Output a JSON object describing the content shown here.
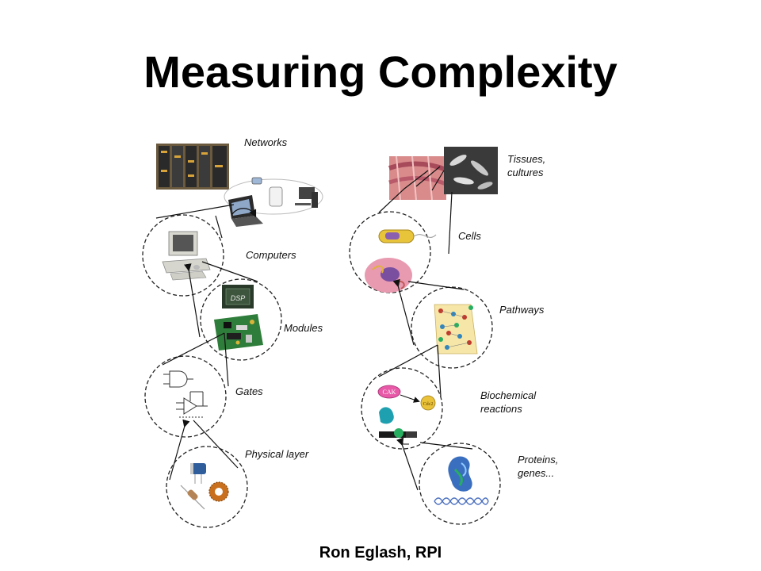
{
  "slide": {
    "title": "Measuring Complexity",
    "credit": "Ron Eglash, RPI"
  },
  "diagram": {
    "left_hierarchy": {
      "networks": "Networks",
      "computers": "Computers",
      "modules": "Modules",
      "gates": "Gates",
      "physical_layer": "Physical layer"
    },
    "right_hierarchy": {
      "tissues_line1": "Tissues,",
      "tissues_line2": "cultures",
      "cells": "Cells",
      "pathways": "Pathways",
      "biochem_line1": "Biochemical",
      "biochem_line2": "reactions",
      "proteins_line1": "Proteins,",
      "proteins_line2": "genes..."
    },
    "chip_labels": {
      "dsp": "DSP",
      "cak": "CAK",
      "cdc2": "Cdc2"
    }
  }
}
